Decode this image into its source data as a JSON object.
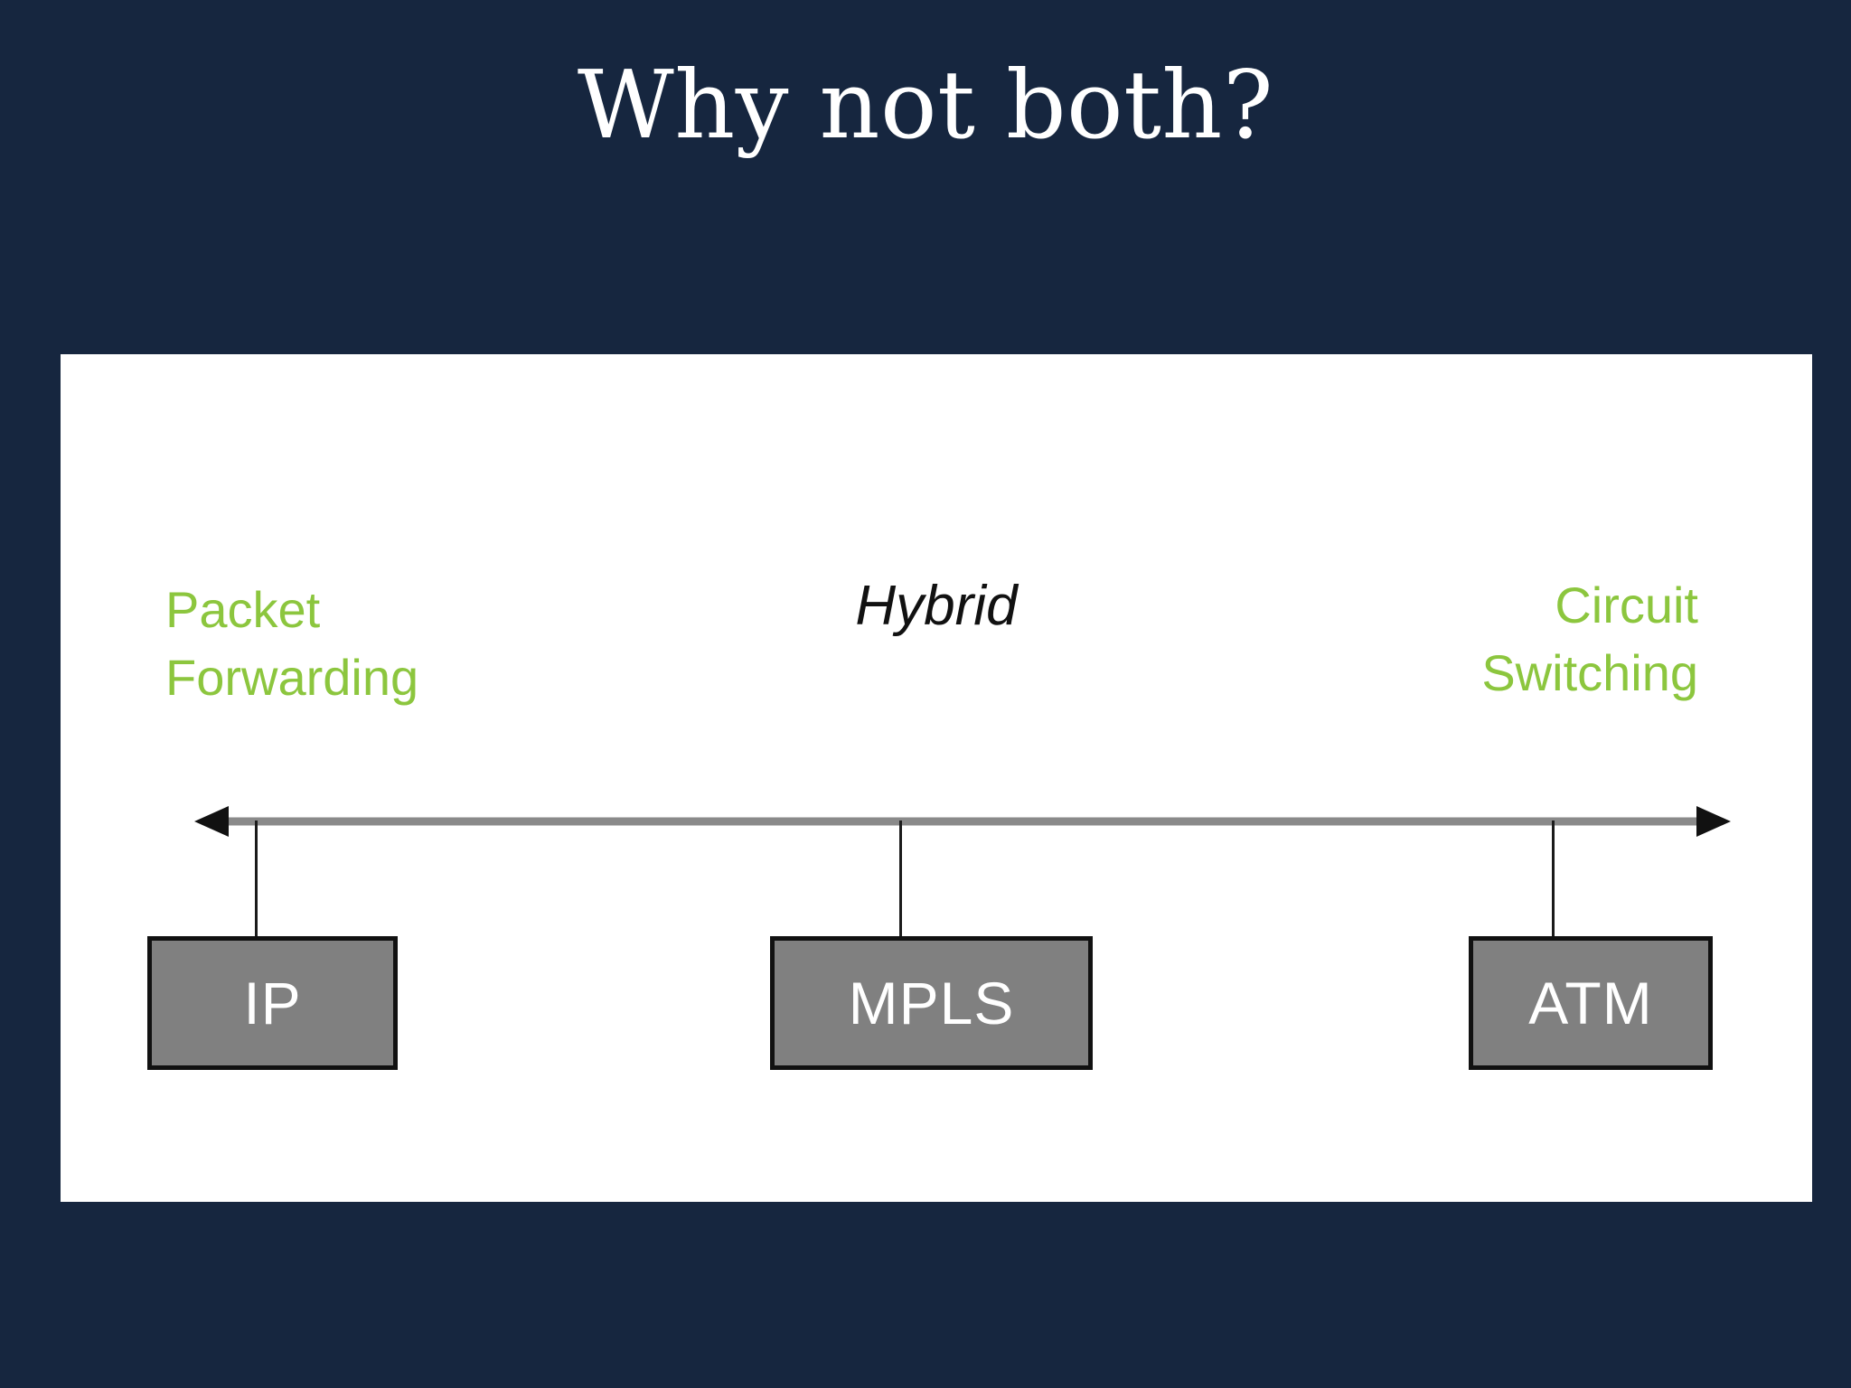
{
  "slide": {
    "title": "Why not both?",
    "background_color": "#16263f",
    "panel_color": "#ffffff"
  },
  "diagram": {
    "type": "spectrum-axis",
    "accent_green": "#8cc63e",
    "node_fill": "#808080",
    "axis_color": "#808080",
    "left_label": "Packet\nForwarding",
    "middle_label": "Hybrid",
    "right_label": "Circuit\nSwitching",
    "axis": {
      "arrow_left": "left-arrowhead",
      "arrow_right": "right-arrowhead"
    },
    "nodes": [
      {
        "id": "ip",
        "label": "IP",
        "position": "left"
      },
      {
        "id": "mpls",
        "label": "MPLS",
        "position": "middle"
      },
      {
        "id": "atm",
        "label": "ATM",
        "position": "right"
      }
    ]
  }
}
